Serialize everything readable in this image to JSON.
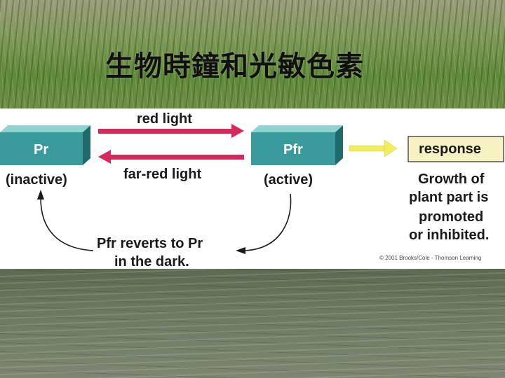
{
  "title": "生物時鐘和光敏色素",
  "diagram": {
    "box_pr": "Pr",
    "box_pfr": "Pfr",
    "box_response": "response",
    "label_inactive": "(inactive)",
    "label_active": "(active)",
    "arrow_red_light": "red light",
    "arrow_far_red_light": "far-red light",
    "revert_line1": "Pfr reverts to Pr",
    "revert_line2": "in the dark.",
    "growth_line1": "Growth of",
    "growth_line2": "plant part is",
    "growth_line3": "promoted",
    "growth_line4": "or inhibited.",
    "copyright": "© 2001 Brooks/Cole - Thomson Learning",
    "colors": {
      "box_fill": "#3b9a9c",
      "arrow_red": "#d6285a",
      "arrow_yellow": "#f2ee5a",
      "response_fill": "#f6f2c2"
    }
  }
}
